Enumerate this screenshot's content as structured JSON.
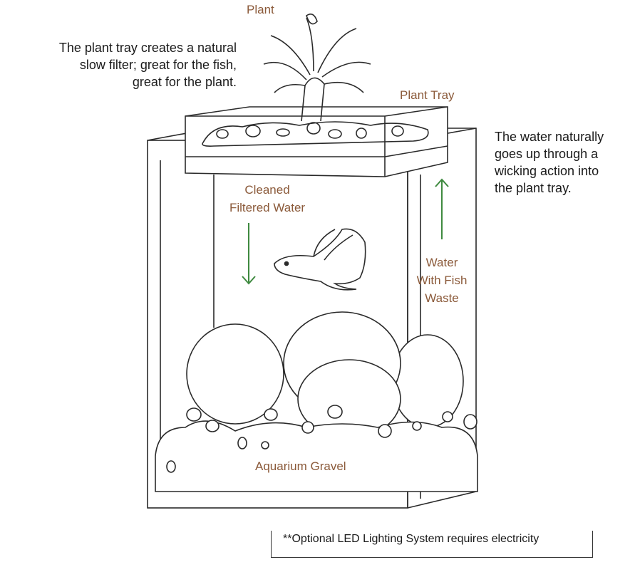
{
  "labels": {
    "plant": "Plant",
    "plant_tray": "Plant Tray",
    "cleaned_water": [
      "Cleaned",
      "Filtered Water"
    ],
    "fish_waste": [
      "Water",
      "With Fish",
      "Waste"
    ],
    "gravel": "Aquarium Gravel"
  },
  "notes": {
    "left": [
      "The plant tray creates a natural",
      "slow filter; great for the fish,",
      "great for the plant."
    ],
    "right": [
      "The water naturally",
      "goes up through a",
      "wicking action into",
      "the plant tray."
    ]
  },
  "footnote": "**Optional LED Lighting System requires electricity",
  "colors": {
    "label": "#8b5a3a",
    "arrow": "#3f8a40",
    "line": "#2a2a2a"
  }
}
